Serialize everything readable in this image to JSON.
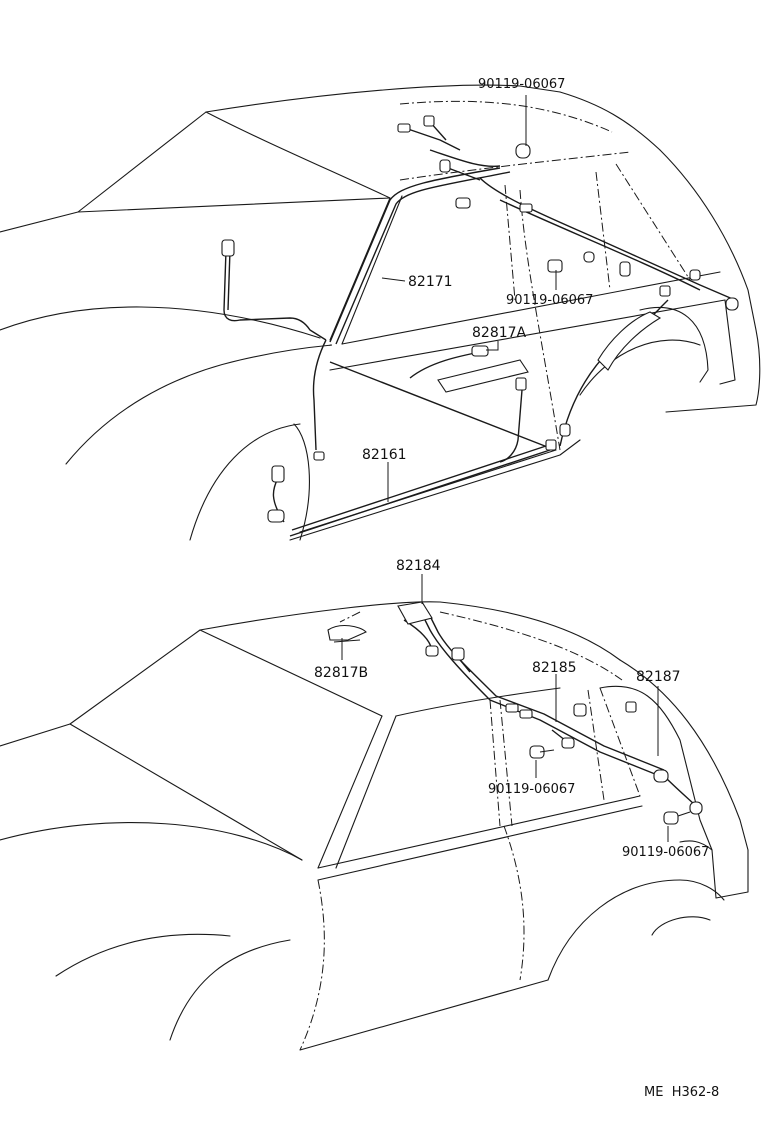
{
  "labels": {
    "bolt_top": "90119-06067",
    "p82171": "82171",
    "bolt_mid": "90119-06067",
    "p82817a": "82817A",
    "p82161": "82161",
    "p82184": "82184",
    "p82817b": "82817B",
    "p82185": "82185",
    "p82187": "82187",
    "bolt_lower": "90119-06067",
    "bolt_rear": "90119-06067",
    "ref": "ME  H362-8"
  }
}
